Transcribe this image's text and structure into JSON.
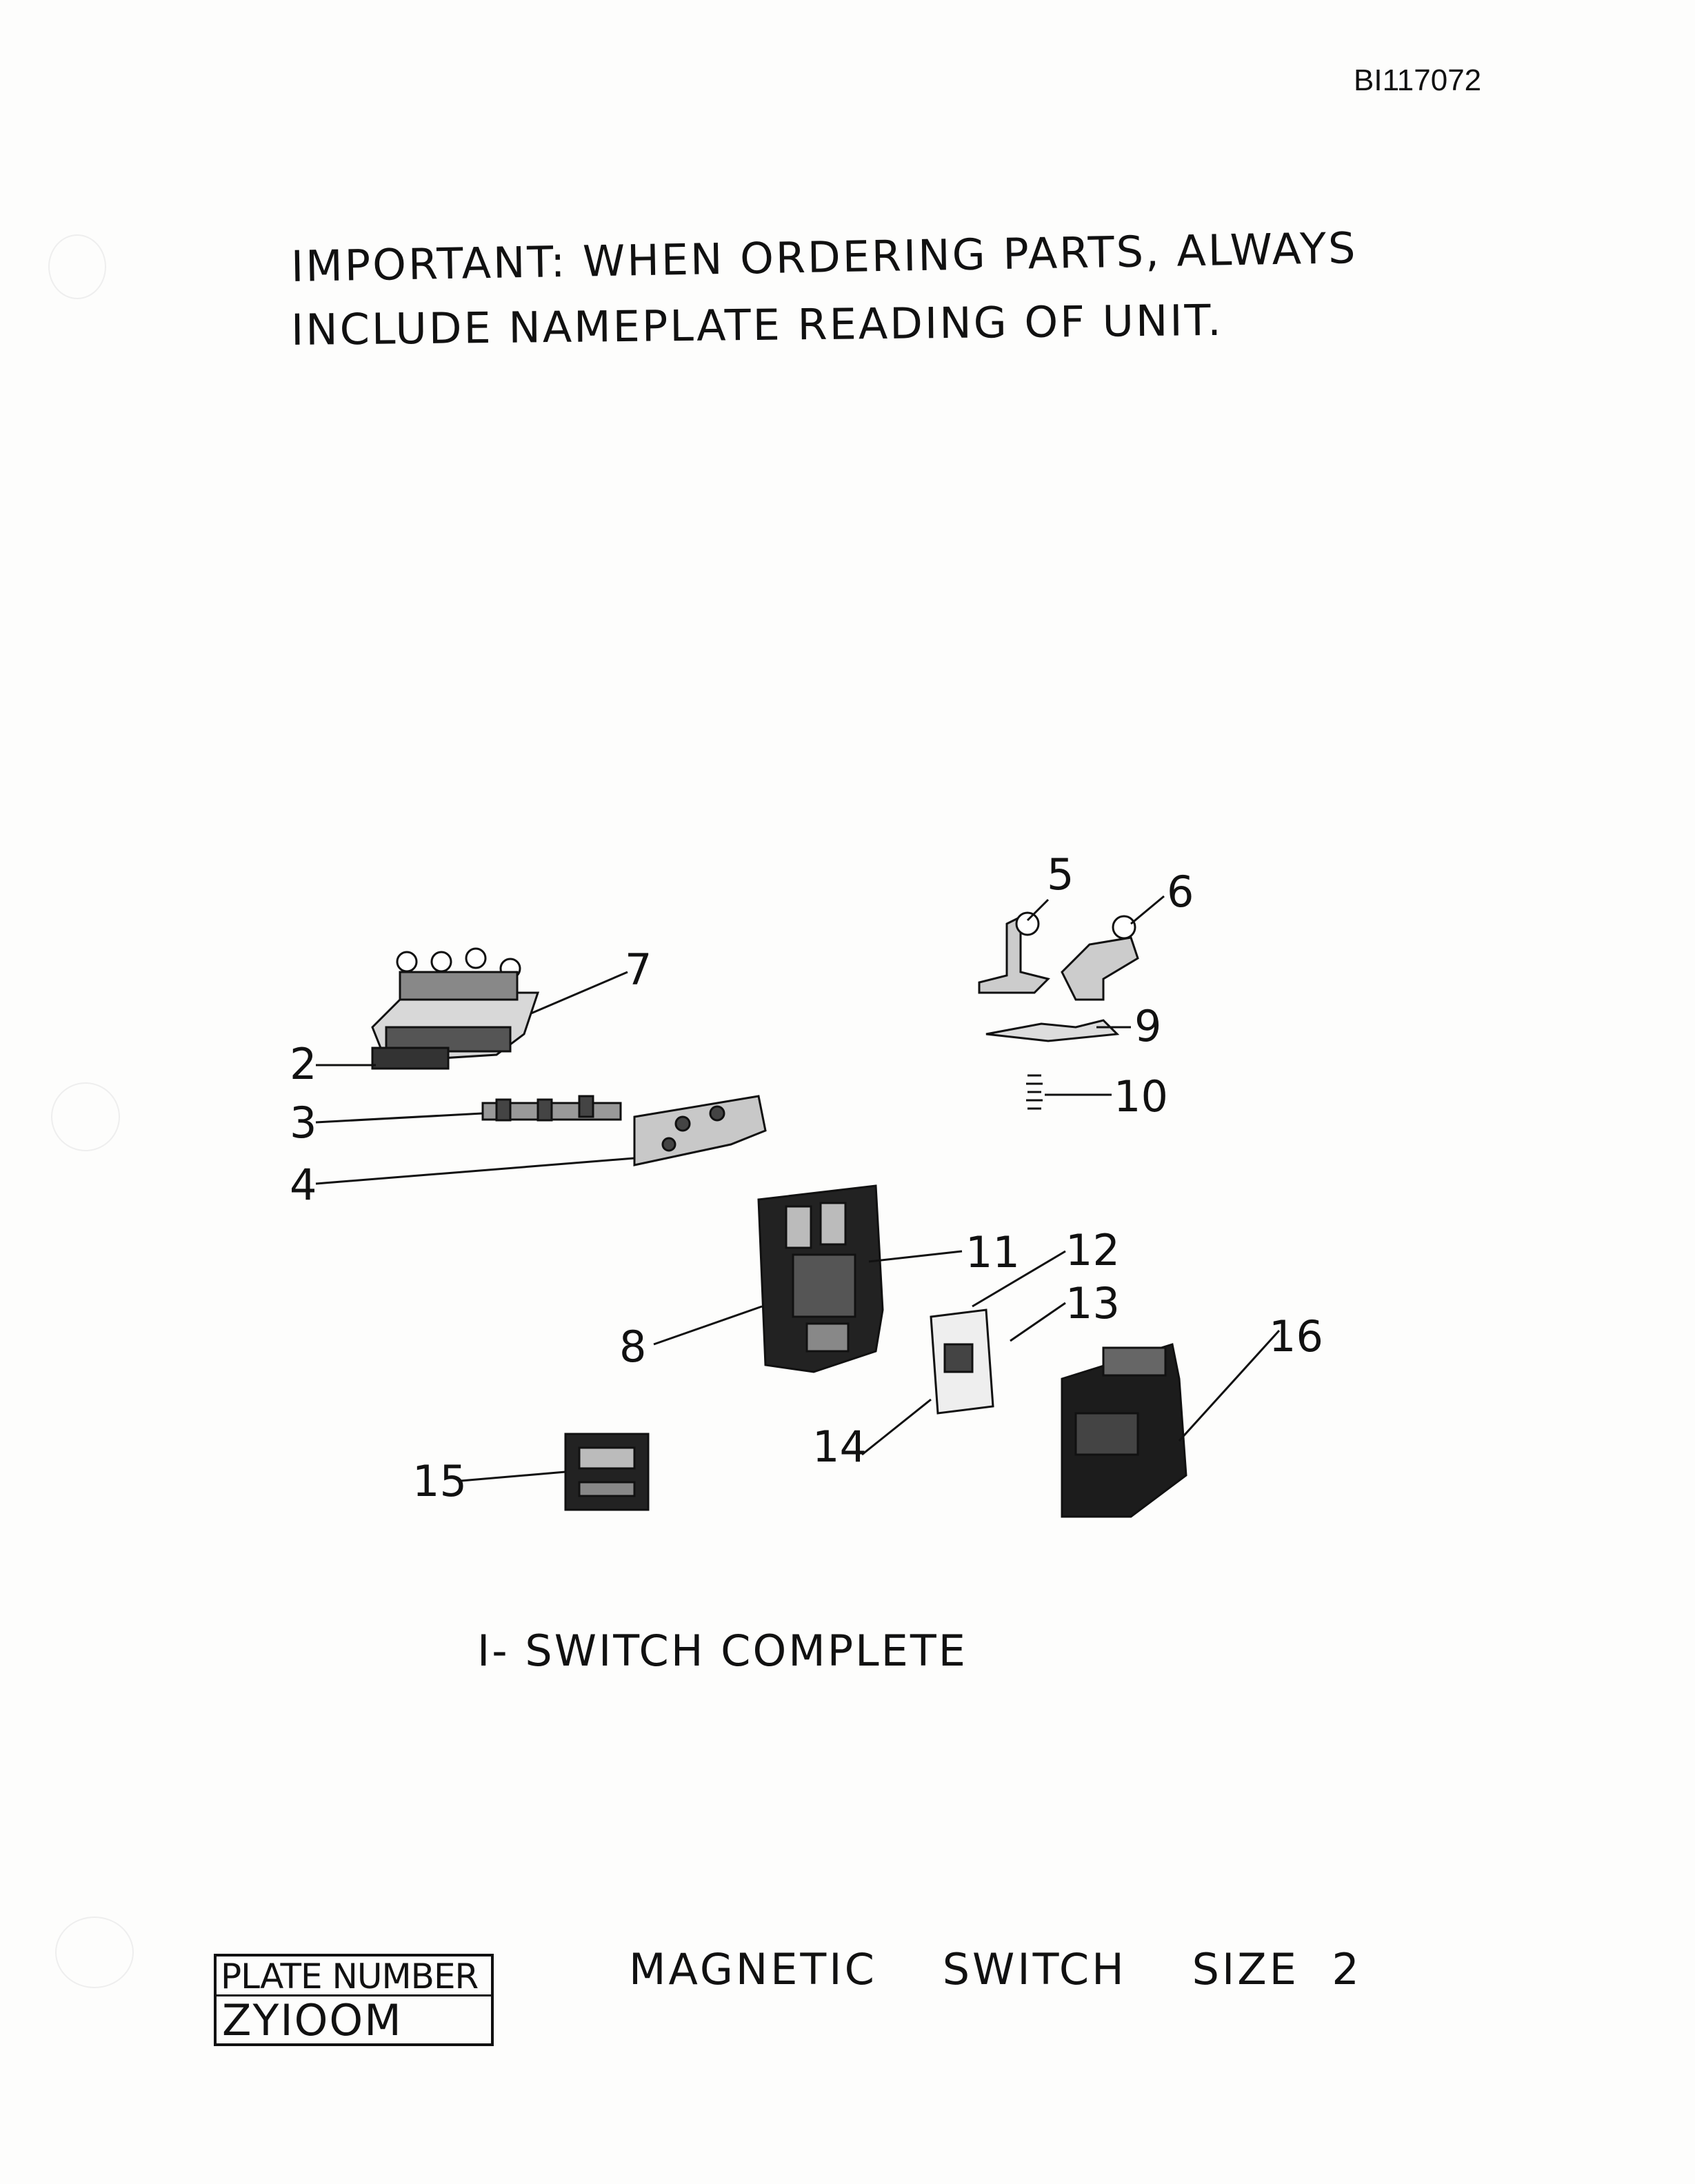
{
  "document_id": "BI117072",
  "notice": {
    "line1": "IMPORTANT: WHEN  ORDERING  PARTS, ALWAYS",
    "line2": "INCLUDE  NAMEPLATE  READING  OF   UNIT."
  },
  "callouts": [
    "2",
    "3",
    "4",
    "5",
    "6",
    "7",
    "8",
    "9",
    "10",
    "11",
    "12",
    "13",
    "14",
    "15",
    "16"
  ],
  "caption": "I- SWITCH  COMPLETE",
  "plate": {
    "label": "PLATE NUMBER",
    "value": "ZYIOOM"
  },
  "title": "MAGNETIC    SWITCH    SIZE  2",
  "colors": {
    "ink": "#111111",
    "paper": "#fdfdfc"
  }
}
